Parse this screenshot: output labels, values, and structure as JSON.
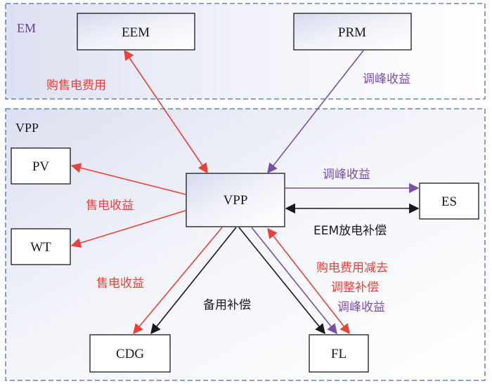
{
  "regions": {
    "em": {
      "label": "EM"
    },
    "vpp": {
      "label": "VPP"
    }
  },
  "nodes": {
    "eem": "EEM",
    "prm": "PRM",
    "vpp": "VPP",
    "pv": "PV",
    "wt": "WT",
    "es": "ES",
    "cdg": "CDG",
    "fl": "FL"
  },
  "labels": {
    "eem_vpp": "购售电费用",
    "prm_vpp": "调峰收益",
    "vpp_pv_wt": "售电收益",
    "vpp_es_top": "调峰收益",
    "vpp_es_bottom": "EEM放电补偿",
    "vpp_cdg_sale": "售电收益",
    "vpp_cdg_reserve": "备用补偿",
    "vpp_fl_line1": "购电费用减去",
    "vpp_fl_line2": "调整补偿",
    "vpp_fl_line3": "调峰收益"
  },
  "colors": {
    "red": "#e8423a",
    "purple": "#7b4fa8",
    "black": "#1a1a1a",
    "dash": "#4a6fa5",
    "em_text": "#6a3d9a"
  }
}
